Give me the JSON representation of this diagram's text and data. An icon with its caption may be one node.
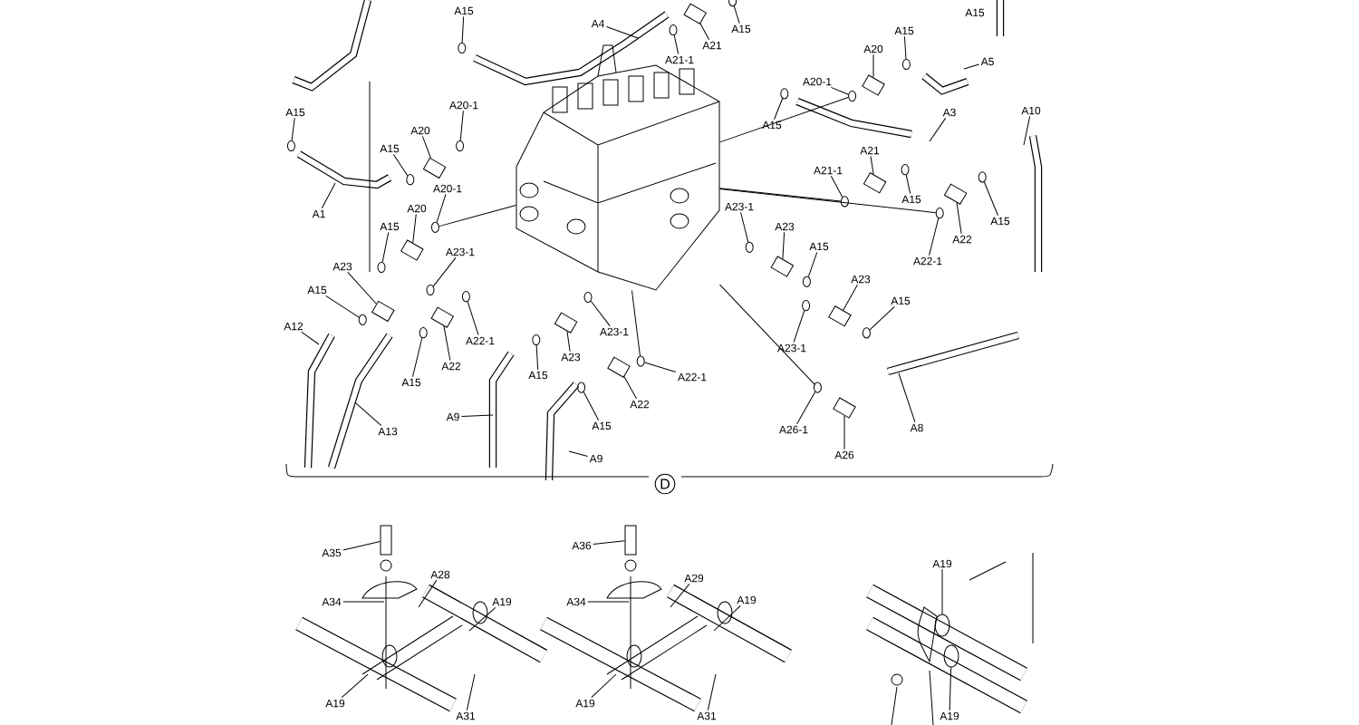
{
  "diagram": {
    "nodes": [
      {
        "text": [
          "A15"
        ]
      },
      {
        "text": [
          "A4"
        ]
      },
      {
        "text": [
          "A21"
        ]
      },
      {
        "text": [
          "A15"
        ]
      },
      {
        "text": [
          "A21-1"
        ]
      },
      {
        "text": [
          "A20"
        ]
      },
      {
        "text": [
          "A15"
        ]
      },
      {
        "text": [
          "A5"
        ]
      },
      {
        "text": [
          "A15"
        ]
      },
      {
        "text": [
          "A20-1"
        ]
      },
      {
        "text": [
          "A20-1"
        ]
      },
      {
        "text": [
          "A20"
        ]
      },
      {
        "text": [
          "A15"
        ]
      },
      {
        "text": [
          "A15"
        ]
      },
      {
        "text": [
          "A3"
        ]
      },
      {
        "text": [
          "A10"
        ]
      },
      {
        "text": [
          "A21"
        ]
      },
      {
        "text": [
          "A21-1"
        ]
      },
      {
        "text": [
          "A20-1"
        ]
      },
      {
        "text": [
          "A15"
        ]
      },
      {
        "text": [
          "A20"
        ]
      },
      {
        "text": [
          "A23-1"
        ]
      },
      {
        "text": [
          "A1"
        ]
      },
      {
        "text": [
          "A15"
        ]
      },
      {
        "text": [
          "A15"
        ]
      },
      {
        "text": [
          "A23"
        ]
      },
      {
        "text": [
          "A22"
        ]
      },
      {
        "text": [
          "A15"
        ]
      },
      {
        "text": [
          "A23-1"
        ]
      },
      {
        "text": [
          "A22-1"
        ]
      },
      {
        "text": [
          "A23"
        ]
      },
      {
        "text": [
          "A23"
        ]
      },
      {
        "text": [
          "A15"
        ]
      },
      {
        "text": [
          "A15"
        ]
      },
      {
        "text": [
          "A12"
        ]
      },
      {
        "text": [
          "A23-1"
        ]
      },
      {
        "text": [
          "A22-1"
        ]
      },
      {
        "text": [
          "A23-1"
        ]
      },
      {
        "text": [
          "A23"
        ]
      },
      {
        "text": [
          "A22"
        ]
      },
      {
        "text": [
          "A15"
        ]
      },
      {
        "text": [
          "A22-1"
        ]
      },
      {
        "text": [
          "A15"
        ]
      },
      {
        "text": [
          "A22"
        ]
      },
      {
        "text": [
          "A9"
        ]
      },
      {
        "text": [
          "A13"
        ]
      },
      {
        "text": [
          "A15"
        ]
      },
      {
        "text": [
          "A26-1"
        ]
      },
      {
        "text": [
          "A8"
        ]
      },
      {
        "text": [
          "A26"
        ]
      },
      {
        "text": [
          "A9"
        ]
      },
      {
        "text": [
          "A35"
        ]
      },
      {
        "text": [
          "A36"
        ]
      },
      {
        "text": [
          "A19"
        ]
      },
      {
        "text": [
          "A28"
        ]
      },
      {
        "text": [
          "A29"
        ]
      },
      {
        "text": [
          "A34"
        ]
      },
      {
        "text": [
          "A19"
        ]
      },
      {
        "text": [
          "A34"
        ]
      },
      {
        "text": [
          "A19"
        ]
      },
      {
        "text": [
          "A19"
        ]
      },
      {
        "text": [
          "A19"
        ]
      },
      {
        "text": [
          "A19"
        ]
      },
      {
        "text": [],
        "shape": "picture"
      },
      {
        "text": [],
        "shape": "circle"
      },
      {
        "text": [],
        "shape": "box"
      },
      {
        "text": [],
        "shape": "circle"
      },
      {
        "text": [],
        "shape": "circle"
      },
      {
        "text": [],
        "shape": "box"
      },
      {
        "text": [],
        "shape": "circle"
      },
      {
        "text": [],
        "shape": "circle"
      },
      {
        "text": [],
        "shape": "circle"
      },
      {
        "text": [],
        "shape": "circle"
      },
      {
        "text": [],
        "shape": "box"
      },
      {
        "text": [],
        "shape": "circle"
      },
      {
        "text": [],
        "shape": "circle"
      },
      {
        "text": [],
        "shape": "box"
      },
      {
        "text": [],
        "shape": "circle"
      },
      {
        "text": [],
        "shape": "circle"
      },
      {
        "text": [],
        "shape": "circle"
      },
      {
        "text": [],
        "shape": "box"
      },
      {
        "text": [],
        "shape": "circle"
      },
      {
        "text": [],
        "shape": "circle"
      },
      {
        "text": [],
        "shape": "circle"
      },
      {
        "text": [],
        "shape": "box"
      },
      {
        "text": [],
        "shape": "box"
      },
      {
        "text": [],
        "shape": "circle"
      },
      {
        "text": [],
        "shape": "circle"
      },
      {
        "text": [],
        "shape": "circle"
      },
      {
        "text": [],
        "shape": "box"
      },
      {
        "text": [],
        "shape": "box"
      },
      {
        "text": [],
        "shape": "circle"
      },
      {
        "text": [],
        "shape": "circle"
      },
      {
        "text": [],
        "shape": "circle"
      },
      {
        "text": [],
        "shape": "circle"
      },
      {
        "text": [],
        "shape": "circle"
      },
      {
        "text": [],
        "shape": "box"
      },
      {
        "text": [],
        "shape": "box"
      },
      {
        "text": [],
        "shape": "circle"
      },
      {
        "text": [],
        "shape": "circle"
      },
      {
        "text": [],
        "shape": "circle"
      },
      {
        "text": [],
        "shape": "box"
      },
      {
        "text": [],
        "shape": "circle"
      },
      {
        "text": [],
        "shape": "circle"
      },
      {
        "text": [],
        "shape": "box"
      },
      {
        "text": [
          "A31"
        ]
      },
      {
        "text": [
          "A31"
        ]
      },
      {
        "text": [],
        "shape": "box"
      },
      {
        "text": [],
        "shape": "box"
      },
      {
        "text": [],
        "shape": "circle"
      },
      {
        "text": [],
        "shape": "circle"
      }
    ],
    "edges": [
      {
        "from": 0,
        "to": 64,
        "arrow": "none"
      },
      {
        "from": 1,
        "to": null,
        "arrow": "none"
      },
      {
        "from": 2,
        "to": 65,
        "arrow": "none"
      },
      {
        "from": 3,
        "to": 66,
        "arrow": "none"
      },
      {
        "from": 4,
        "to": 67,
        "arrow": "none"
      },
      {
        "from": 5,
        "to": 68,
        "arrow": "none"
      },
      {
        "from": 6,
        "to": 69,
        "arrow": "none"
      },
      {
        "from": 7,
        "to": null,
        "arrow": "none"
      },
      {
        "from": 8,
        "to": 70,
        "arrow": "none"
      },
      {
        "from": 9,
        "to": 71,
        "arrow": "none"
      },
      {
        "from": 10,
        "to": 72,
        "arrow": "none"
      },
      {
        "from": 11,
        "to": 73,
        "arrow": "none"
      },
      {
        "from": 12,
        "to": 74,
        "arrow": "none"
      },
      {
        "from": 13,
        "to": 75,
        "arrow": "none"
      },
      {
        "from": 14,
        "to": null,
        "arrow": "none"
      },
      {
        "from": 15,
        "to": null,
        "arrow": "none"
      },
      {
        "from": 16,
        "to": 76,
        "arrow": "none"
      },
      {
        "from": 17,
        "to": 77,
        "arrow": "none"
      },
      {
        "from": 18,
        "to": 78,
        "arrow": "none"
      },
      {
        "from": 19,
        "to": 79,
        "arrow": "none"
      },
      {
        "from": 20,
        "to": 80,
        "arrow": "none"
      },
      {
        "from": 21,
        "to": 81,
        "arrow": "none"
      },
      {
        "from": 22,
        "to": null,
        "arrow": "none"
      },
      {
        "from": 23,
        "to": 82,
        "arrow": "none"
      },
      {
        "from": 24,
        "to": 83,
        "arrow": "none"
      },
      {
        "from": 25,
        "to": 84,
        "arrow": "none"
      },
      {
        "from": 26,
        "to": 85,
        "arrow": "none"
      },
      {
        "from": 27,
        "to": 86,
        "arrow": "none"
      },
      {
        "from": 28,
        "to": 87,
        "arrow": "none"
      },
      {
        "from": 29,
        "to": 88,
        "arrow": "none"
      },
      {
        "from": 30,
        "to": 89,
        "arrow": "none"
      },
      {
        "from": 31,
        "to": 90,
        "arrow": "none"
      },
      {
        "from": 32,
        "to": 91,
        "arrow": "none"
      },
      {
        "from": 33,
        "to": 92,
        "arrow": "none"
      },
      {
        "from": 34,
        "to": null,
        "arrow": "none"
      },
      {
        "from": 35,
        "to": 93,
        "arrow": "none"
      },
      {
        "from": 36,
        "to": 94,
        "arrow": "none"
      },
      {
        "from": 37,
        "to": 95,
        "arrow": "none"
      },
      {
        "from": 38,
        "to": 96,
        "arrow": "none"
      },
      {
        "from": 39,
        "to": 97,
        "arrow": "none"
      },
      {
        "from": 40,
        "to": 98,
        "arrow": "none"
      },
      {
        "from": 41,
        "to": 99,
        "arrow": "none"
      },
      {
        "from": 42,
        "to": 100,
        "arrow": "none"
      },
      {
        "from": 43,
        "to": 101,
        "arrow": "none"
      },
      {
        "from": 44,
        "to": null,
        "arrow": "none"
      },
      {
        "from": 45,
        "to": null,
        "arrow": "none"
      },
      {
        "from": 46,
        "to": 102,
        "arrow": "none"
      },
      {
        "from": 47,
        "to": 103,
        "arrow": "none"
      },
      {
        "from": 48,
        "to": null,
        "arrow": "none"
      },
      {
        "from": 49,
        "to": 104,
        "arrow": "none"
      },
      {
        "from": 50,
        "to": null,
        "arrow": "none"
      },
      {
        "from": 51,
        "to": 107,
        "arrow": "none"
      },
      {
        "from": 52,
        "to": 108,
        "arrow": "none"
      },
      {
        "from": 53,
        "to": 109,
        "arrow": "none"
      },
      {
        "from": 54,
        "to": null,
        "arrow": "none"
      },
      {
        "from": 55,
        "to": null,
        "arrow": "none"
      },
      {
        "from": 56,
        "to": null,
        "arrow": "none"
      },
      {
        "from": 57,
        "to": null,
        "arrow": "none"
      },
      {
        "from": 58,
        "to": null,
        "arrow": "none"
      },
      {
        "from": 59,
        "to": null,
        "arrow": "none"
      },
      {
        "from": 60,
        "to": null,
        "arrow": "none"
      },
      {
        "from": 61,
        "to": null,
        "arrow": "none"
      },
      {
        "from": 62,
        "to": 110,
        "arrow": "none"
      },
      {
        "from": 63,
        "to": 72,
        "arrow": "none"
      },
      {
        "from": 63,
        "to": 77,
        "arrow": "none"
      },
      {
        "from": 63,
        "to": 88,
        "arrow": "none"
      },
      {
        "from": 63,
        "to": 103,
        "arrow": "none"
      },
      {
        "from": 63,
        "to": 99,
        "arrow": "none"
      },
      {
        "from": 63,
        "to": 78,
        "arrow": "none"
      },
      {
        "from": 105,
        "to": null,
        "arrow": "none"
      },
      {
        "from": 106,
        "to": null,
        "arrow": "none"
      }
    ],
    "labels": [
      "A15",
      "D"
    ]
  }
}
